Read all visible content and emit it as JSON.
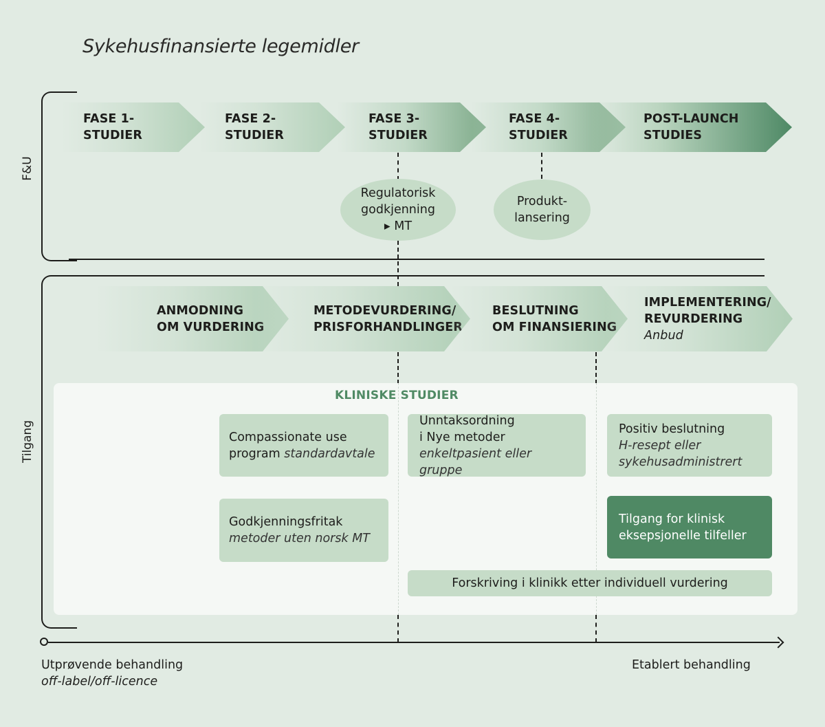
{
  "title": "Sykehusfinansierte legemidler",
  "sections": {
    "fu": {
      "label": "F&U"
    },
    "tilgang": {
      "label": "Tilgang"
    }
  },
  "fu_phases": [
    {
      "line1": "FASE 1-",
      "line2": "STUDIER"
    },
    {
      "line1": "FASE 2-",
      "line2": "STUDIER"
    },
    {
      "line1": "FASE 3-",
      "line2": "STUDIER"
    },
    {
      "line1": "FASE 4-",
      "line2": "STUDIER"
    },
    {
      "line1": "POST-LAUNCH",
      "line2": "STUDIES"
    }
  ],
  "milestones": [
    {
      "line1": "Regulatorisk",
      "line2": "godkjenning",
      "line3": "▸ MT"
    },
    {
      "line1": "Produkt-",
      "line2": "lansering"
    }
  ],
  "tilgang_steps": [
    {
      "line1": "ANMODNING",
      "line2": "OM VURDERING"
    },
    {
      "line1": "METODEVURDERING/",
      "line2": "PRISFORHANDLINGER"
    },
    {
      "line1": "BESLUTNING",
      "line2": "OM FINANSIERING"
    },
    {
      "line1": "IMPLEMENTERING/",
      "line2": "REVURDERING",
      "sub": "Anbud"
    }
  ],
  "kliniske": {
    "title": "KLINISKE STUDIER",
    "boxes": {
      "compassionate": {
        "line1": "Compassionate use",
        "line2": "program",
        "sub": "standardavtale"
      },
      "unntak": {
        "line1": "Unntaksordning",
        "line2": "i Nye metoder",
        "sub": "enkeltpasient eller gruppe"
      },
      "positiv": {
        "line1": "Positiv beslutning",
        "sub1": "H-resept eller",
        "sub2": "sykehusadministrert"
      },
      "godkjenningsfritak": {
        "line1": "Godkjenningsfritak",
        "sub": "metoder uten norsk MT"
      },
      "tilgang_klinisk": {
        "line1": "Tilgang for klinisk",
        "line2": "eksepsjonelle tilfeller"
      },
      "forskriving": {
        "line1": "Forskriving i klinikk etter individuell vurdering"
      }
    }
  },
  "axis": {
    "start_label": "Utprøvende behandling",
    "start_sub": "off-label/off-licence",
    "end_label": "Etablert behandling"
  },
  "colors": {
    "background": "#e1ebe3",
    "accent_green": "#4f8964",
    "light_green": "#c6dcc8",
    "panel": "#f5f8f5"
  }
}
